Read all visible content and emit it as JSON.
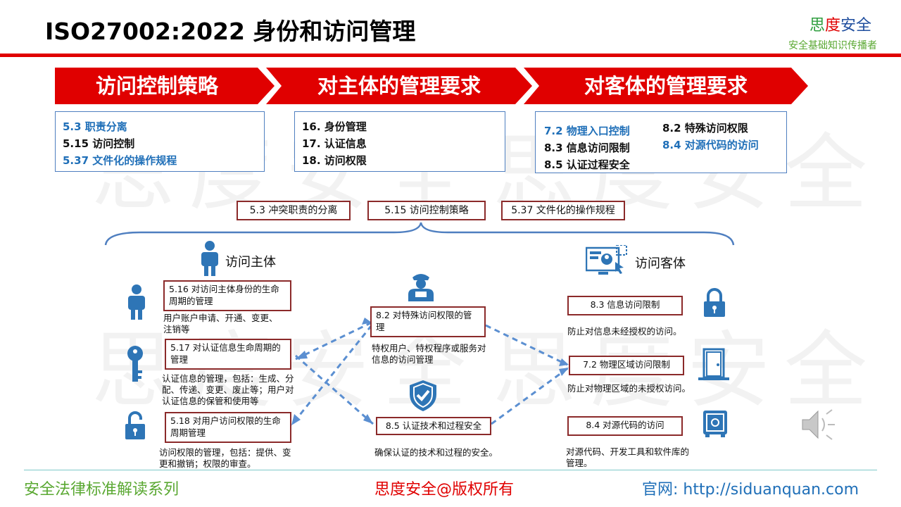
{
  "header": {
    "title": "ISO27002:2022 身份和访问管理",
    "brand": {
      "part1": "思",
      "part2": "度",
      "part3": "安全"
    },
    "tagline": "安全基础知识传播者"
  },
  "watermark": "思度安全",
  "banners": [
    "访问控制策略",
    "对主体的管理要求",
    "对客体的管理要求"
  ],
  "policy_box": {
    "items": [
      "5.3   职责分离",
      "5.15 访问控制",
      "5.37 文件化的操作规程"
    ]
  },
  "subject_box": {
    "items": [
      "16.   身份管理",
      "17.   认证信息",
      "18.   访问权限"
    ]
  },
  "object_box": {
    "left": [
      "7.2 物理入口控制",
      "8.3 信息访问限制",
      "8.5 认证过程安全"
    ],
    "right": [
      "8.2 特殊访问权限",
      "8.4 对源代码的访问"
    ]
  },
  "top_controls": [
    "5.3 冲突职责的分离",
    "5.15 访问控制策略",
    "5.37 文件化的操作规程"
  ],
  "labels": {
    "subject": "访问主体",
    "object": "访问客体"
  },
  "subject_nodes": [
    {
      "title": "5.16 对访问主体身份的生命周期的管理",
      "desc": "用户账户申请、开通、变更、注销等"
    },
    {
      "title": "5.17 对认证信息生命周期的管理",
      "desc": "认证信息的管理，包括：生成、分配、传递、变更、废止等；用户对认证信息的保管和使用等"
    },
    {
      "title": "5.18 对用户访问权限的生命周期管理",
      "desc": "访问权限的管理，包括：提供、变更和撤销；权限的审查。"
    }
  ],
  "middle_nodes": [
    {
      "title": "8.2 对特殊访问权限的管理",
      "desc": "特权用户、特权程序或服务对信息的访问管理"
    },
    {
      "title": "8.5 认证技术和过程安全",
      "desc": "确保认证的技术和过程的安全。"
    }
  ],
  "object_nodes": [
    {
      "title": "8.3 信息访问限制",
      "desc": "防止对信息未经授权的访问。"
    },
    {
      "title": "7.2 物理区域访问限制",
      "desc": "防止对物理区域的未授权访问。"
    },
    {
      "title": "8.4 对源代码的访问",
      "desc": "对源代码、开发工具和软件库的管理。"
    }
  ],
  "footer": {
    "left": "安全法律标准解读系列",
    "center": "思度安全@版权所有",
    "right": "官网: http://siduanquan.com"
  },
  "colors": {
    "red": "#e00000",
    "blue": "#1f6fb8",
    "dash": "#5b8fd1",
    "node_border": "#8b2a2a",
    "icon": "#2e75b6"
  }
}
